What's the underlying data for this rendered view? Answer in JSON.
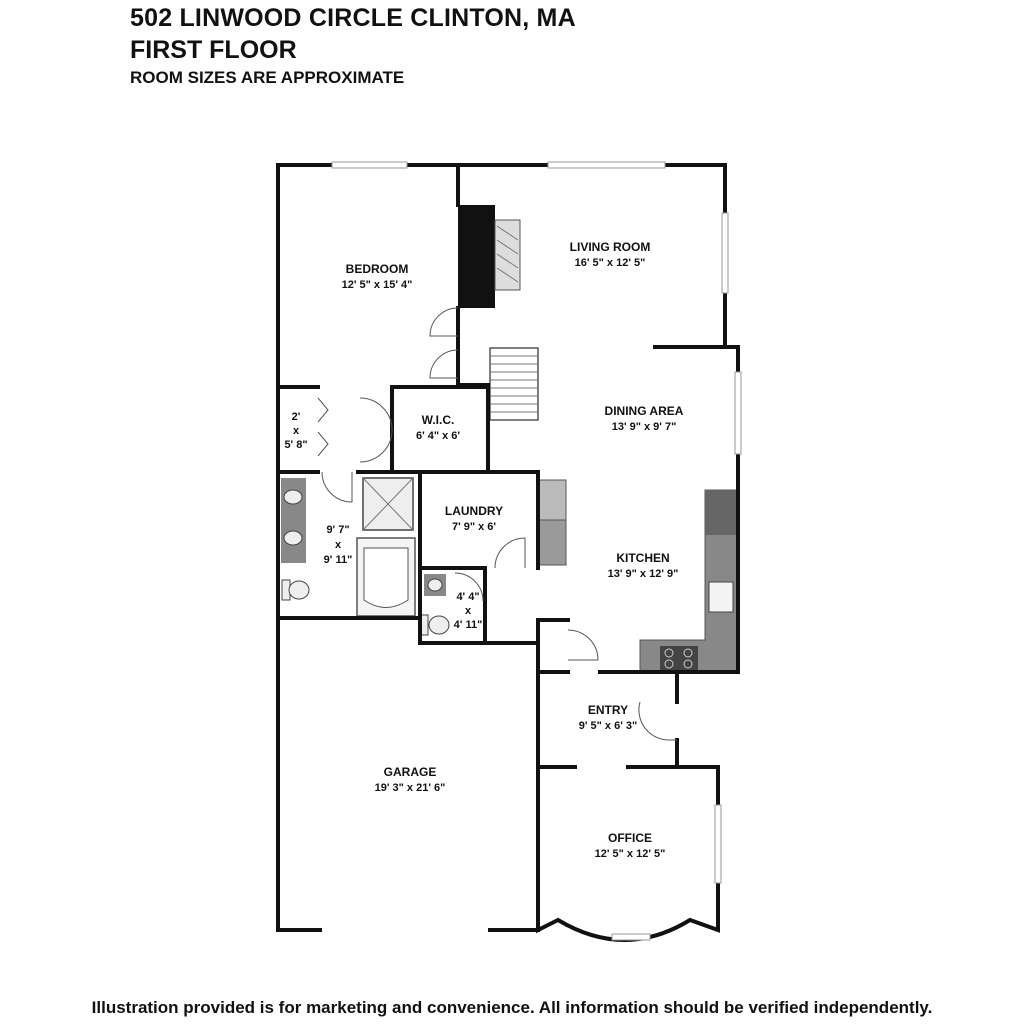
{
  "header": {
    "address": "502 LINWOOD CIRCLE CLINTON, MA",
    "floor": "FIRST FLOOR",
    "note": "ROOM SIZES ARE APPROXIMATE"
  },
  "rooms": {
    "bedroom": {
      "name": "BEDROOM",
      "size": "12' 5\" x 15' 4\""
    },
    "living_room": {
      "name": "LIVING ROOM",
      "size": "16' 5\" x 12' 5\""
    },
    "closet": {
      "w": "2'",
      "x": "x",
      "h": "5' 8\""
    },
    "wic": {
      "name": "W.I.C.",
      "size": "6' 4\" x 6'"
    },
    "dining_area": {
      "name": "DINING AREA",
      "size": "13' 9\" x 9' 7\""
    },
    "laundry": {
      "name": "LAUNDRY",
      "size": "7' 9\" x 6'"
    },
    "bath": {
      "w": "9' 7\"",
      "x": "x",
      "h": "9' 11\""
    },
    "kitchen": {
      "name": "KITCHEN",
      "size": "13' 9\" x 12' 9\""
    },
    "half_bath": {
      "w": "4' 4\"",
      "x": "x",
      "h": "4' 11\""
    },
    "entry": {
      "name": "ENTRY",
      "size": "9' 5\" x 6' 3\""
    },
    "garage": {
      "name": "GARAGE",
      "size": "19' 3\" x 21' 6\""
    },
    "office": {
      "name": "OFFICE",
      "size": "12' 5\" x 12' 5\""
    }
  },
  "footer": {
    "disclaimer": "Illustration provided is for marketing and convenience. All information should be verified independently."
  }
}
